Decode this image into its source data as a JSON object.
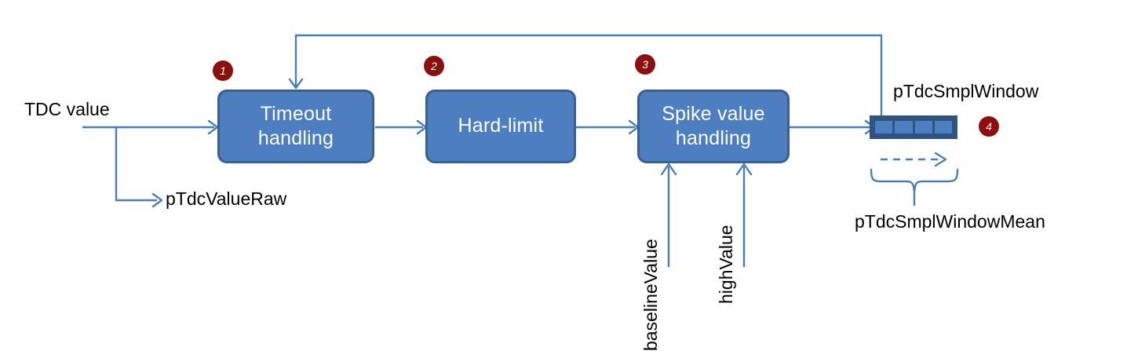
{
  "diagram": {
    "title_text_present": false,
    "colors": {
      "box_fill": "#4D7EBF",
      "box_border": "#39618F",
      "badge_fill": "#8C0F0F",
      "arrow": "#4A7EBB",
      "text_dark": "#000000",
      "box_text": "#FFFFFF",
      "window_border": "#2F5480"
    },
    "input": {
      "label": "TDC value"
    },
    "tap_output": {
      "label": "pTdcValueRaw"
    },
    "blocks": [
      {
        "id": "timeout",
        "label": "Timeout handling",
        "line1": "Timeout",
        "line2": "handling",
        "badge": "1"
      },
      {
        "id": "hardlimit",
        "label": "Hard-limit",
        "line1": "Hard-limit",
        "line2": "",
        "badge": "2"
      },
      {
        "id": "spike",
        "label": "Spike value handling",
        "line1": "Spike value",
        "line2": "handling",
        "badge": "3"
      }
    ],
    "spike_inputs": [
      {
        "id": "baseline",
        "label": "baselineValue"
      },
      {
        "id": "high",
        "label": "highValue"
      }
    ],
    "sample_window": {
      "label": "pTdcSmplWindow",
      "badge": "4",
      "cell_count": 4,
      "mean_label": "pTdcSmplWindowMean"
    },
    "feedback": {
      "description": "feedback from sample window to timeout handling"
    }
  }
}
